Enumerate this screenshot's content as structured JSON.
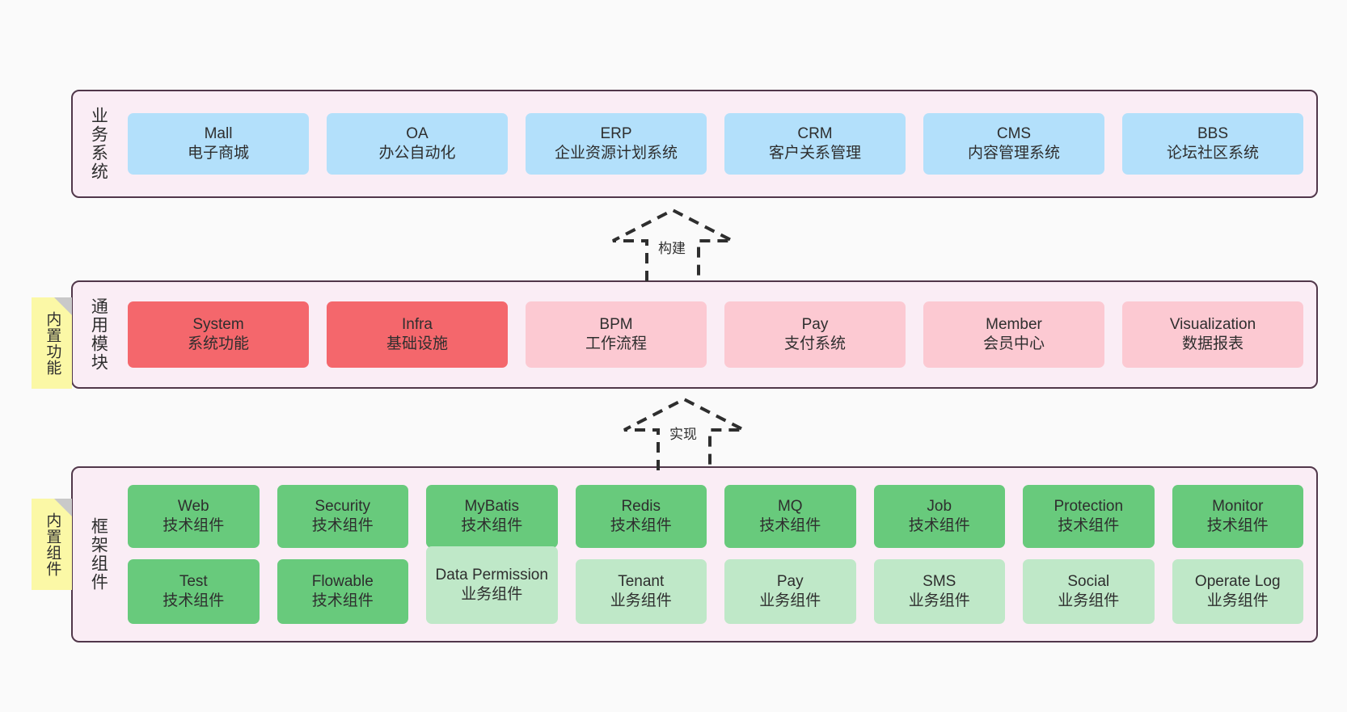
{
  "diagram": {
    "background": "#fafafa",
    "layer_fill": "#faedf5",
    "layer_border": "#51374a"
  },
  "layers": [
    {
      "key": "business",
      "title": "业务系统",
      "rows": [
        {
          "cells": [
            {
              "t1": "Mall",
              "t2": "电子商城",
              "style": "c-blue"
            },
            {
              "t1": "OA",
              "t2": "办公自动化",
              "style": "c-blue"
            },
            {
              "t1": "ERP",
              "t2": "企业资源计划系统",
              "style": "c-blue"
            },
            {
              "t1": "CRM",
              "t2": "客户关系管理",
              "style": "c-blue"
            },
            {
              "t1": "CMS",
              "t2": "内容管理系统",
              "style": "c-blue"
            },
            {
              "t1": "BBS",
              "t2": "论坛社区系统",
              "style": "c-blue"
            }
          ]
        }
      ]
    },
    {
      "key": "modules",
      "title": "通用模块",
      "rows": [
        {
          "cells": [
            {
              "t1": "System",
              "t2": "系统功能",
              "style": "c-red"
            },
            {
              "t1": "Infra",
              "t2": "基础设施",
              "style": "c-red"
            },
            {
              "t1": "BPM",
              "t2": "工作流程",
              "style": "c-pink"
            },
            {
              "t1": "Pay",
              "t2": "支付系统",
              "style": "c-pink"
            },
            {
              "t1": "Member",
              "t2": "会员中心",
              "style": "c-pink"
            },
            {
              "t1": "Visualization",
              "t2": "数据报表",
              "style": "c-pink"
            }
          ]
        }
      ]
    },
    {
      "key": "framework",
      "title": "框架组件",
      "rows": [
        {
          "cells": [
            {
              "t1": "Web",
              "t2": "技术组件",
              "style": "c-green"
            },
            {
              "t1": "Security",
              "t2": "技术组件",
              "style": "c-green"
            },
            {
              "t1": "MyBatis",
              "t2": "技术组件",
              "style": "c-green"
            },
            {
              "t1": "Redis",
              "t2": "技术组件",
              "style": "c-green"
            },
            {
              "t1": "MQ",
              "t2": "技术组件",
              "style": "c-green"
            },
            {
              "t1": "Job",
              "t2": "技术组件",
              "style": "c-green"
            },
            {
              "t1": "Protection",
              "t2": "技术组件",
              "style": "c-green"
            },
            {
              "t1": "Monitor",
              "t2": "技术组件",
              "style": "c-green"
            }
          ]
        },
        {
          "cells": [
            {
              "t1": "Test",
              "t2": "技术组件",
              "style": "c-green"
            },
            {
              "t1": "Flowable",
              "t2": "技术组件",
              "style": "c-green"
            },
            {
              "t1": "Data Permission",
              "t2": "业务组件",
              "style": "c-lightgreen",
              "tall": true
            },
            {
              "t1": "Tenant",
              "t2": "业务组件",
              "style": "c-lightgreen"
            },
            {
              "t1": "Pay",
              "t2": "业务组件",
              "style": "c-lightgreen"
            },
            {
              "t1": "SMS",
              "t2": "业务组件",
              "style": "c-lightgreen"
            },
            {
              "t1": "Social",
              "t2": "业务组件",
              "style": "c-lightgreen"
            },
            {
              "t1": "Operate Log",
              "t2": "业务组件",
              "style": "c-lightgreen"
            }
          ]
        }
      ]
    }
  ],
  "stickies": [
    {
      "key": "modules",
      "label": "内置功能",
      "color": "#fbf8a6"
    },
    {
      "key": "framework",
      "label": "内置组件",
      "color": "#fbf8a6"
    }
  ],
  "arrows": [
    {
      "key": "build",
      "label": "构建",
      "style": "dashed-hollow-up"
    },
    {
      "key": "impl",
      "label": "实现",
      "style": "dashed-hollow-up"
    }
  ]
}
